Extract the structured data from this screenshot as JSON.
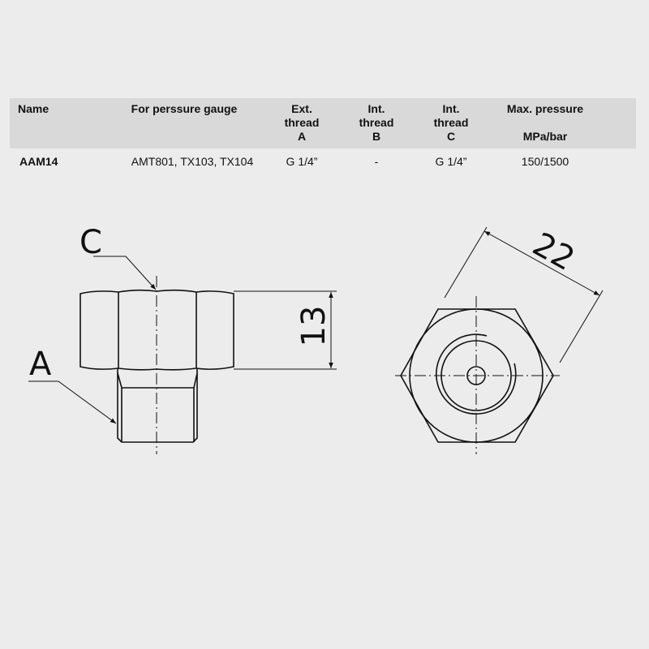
{
  "table": {
    "headers": [
      {
        "lines": [
          "Name"
        ]
      },
      {
        "lines": [
          "For perssure gauge"
        ]
      },
      {
        "lines": [
          "Ext.",
          "thread",
          "A"
        ]
      },
      {
        "lines": [
          "Int.",
          "thread",
          "B"
        ]
      },
      {
        "lines": [
          "Int.",
          "thread",
          "C"
        ]
      },
      {
        "lines": [
          "Max. pressure",
          "",
          "MPa/bar"
        ]
      }
    ],
    "rows": [
      {
        "name": "AAM14",
        "gauge": "AMT801, TX103, TX104",
        "ext_a": "G 1/4”",
        "int_b": "-",
        "int_c": "G 1/4”",
        "max_pressure": "150/1500"
      }
    ]
  },
  "drawing": {
    "label_c": "C",
    "label_a": "A",
    "dim_height": "13",
    "dim_across_flats": "22"
  }
}
